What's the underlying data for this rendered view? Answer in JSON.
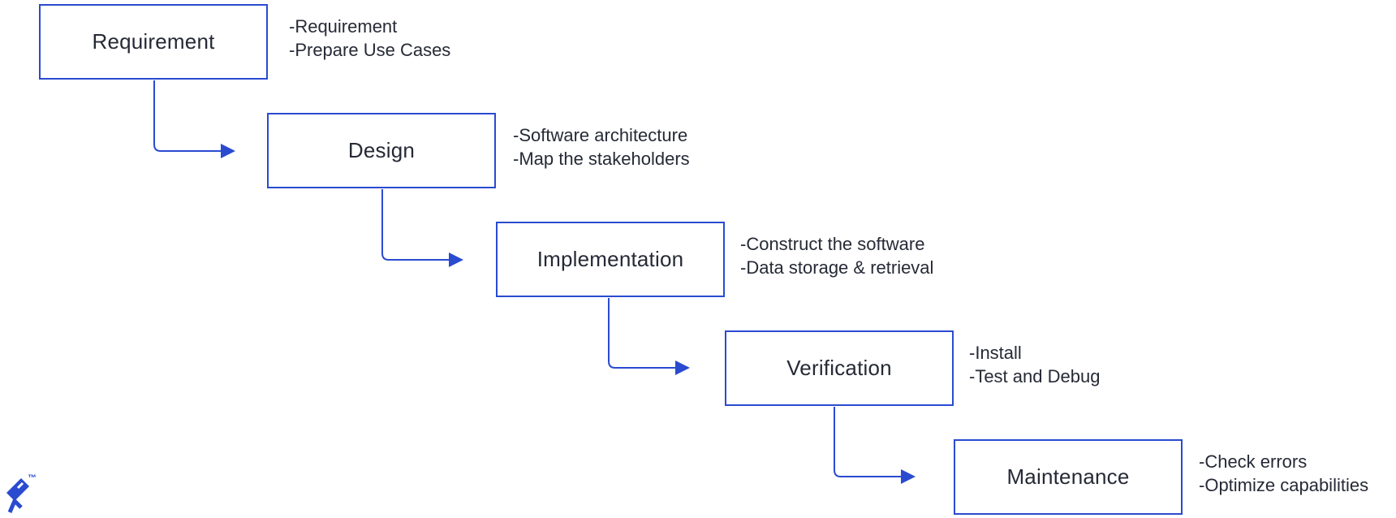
{
  "accent_color": "#2A4BD0",
  "text_color": "#262A36",
  "stages": [
    {
      "label": "Requirement",
      "notes": [
        "-Requirement",
        "-Prepare Use Cases"
      ]
    },
    {
      "label": "Design",
      "notes": [
        "-Software architecture",
        "-Map the stakeholders"
      ]
    },
    {
      "label": "Implementation",
      "notes": [
        "-Construct the software",
        "-Data storage & retrieval"
      ]
    },
    {
      "label": "Verification",
      "notes": [
        "-Install",
        "-Test and Debug"
      ]
    },
    {
      "label": "Maintenance",
      "notes": [
        "-Check errors",
        "-Optimize capabilities"
      ]
    }
  ],
  "logo": {
    "icon": "toptal-logo-icon",
    "mark": "™"
  }
}
